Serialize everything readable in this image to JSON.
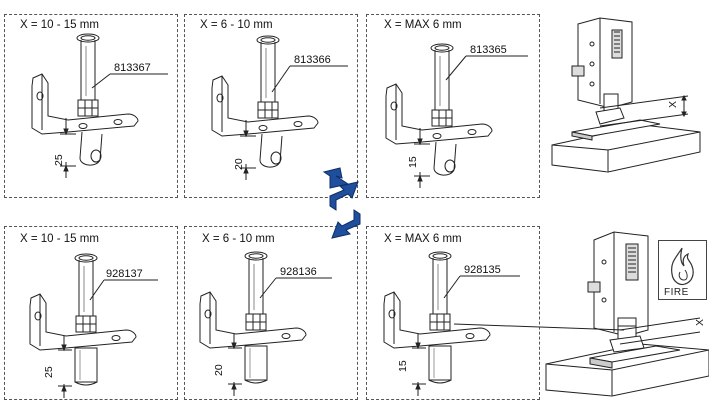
{
  "panels": [
    {
      "x_label": "X = 10 - 15 mm",
      "part_no": "813367",
      "dim": "25"
    },
    {
      "x_label": "X = 6 - 10 mm",
      "part_no": "813366",
      "dim": "20"
    },
    {
      "x_label": "X = MAX 6 mm",
      "part_no": "813365",
      "dim": "15"
    },
    {
      "x_label": "X = 10 - 15 mm",
      "part_no": "928137",
      "dim": "25"
    },
    {
      "x_label": "X = 6 - 10 mm",
      "part_no": "928136",
      "dim": "20"
    },
    {
      "x_label": "X = MAX 6 mm",
      "part_no": "928135",
      "dim": "15"
    }
  ],
  "install": {
    "top_x": "X",
    "bottom_x": "X"
  },
  "fire_badge": {
    "label": "FIRE",
    "icon": "flame-icon"
  },
  "swap_arrows": {
    "icon": "swap-arrows-icon",
    "color": "#1f4e9c"
  }
}
